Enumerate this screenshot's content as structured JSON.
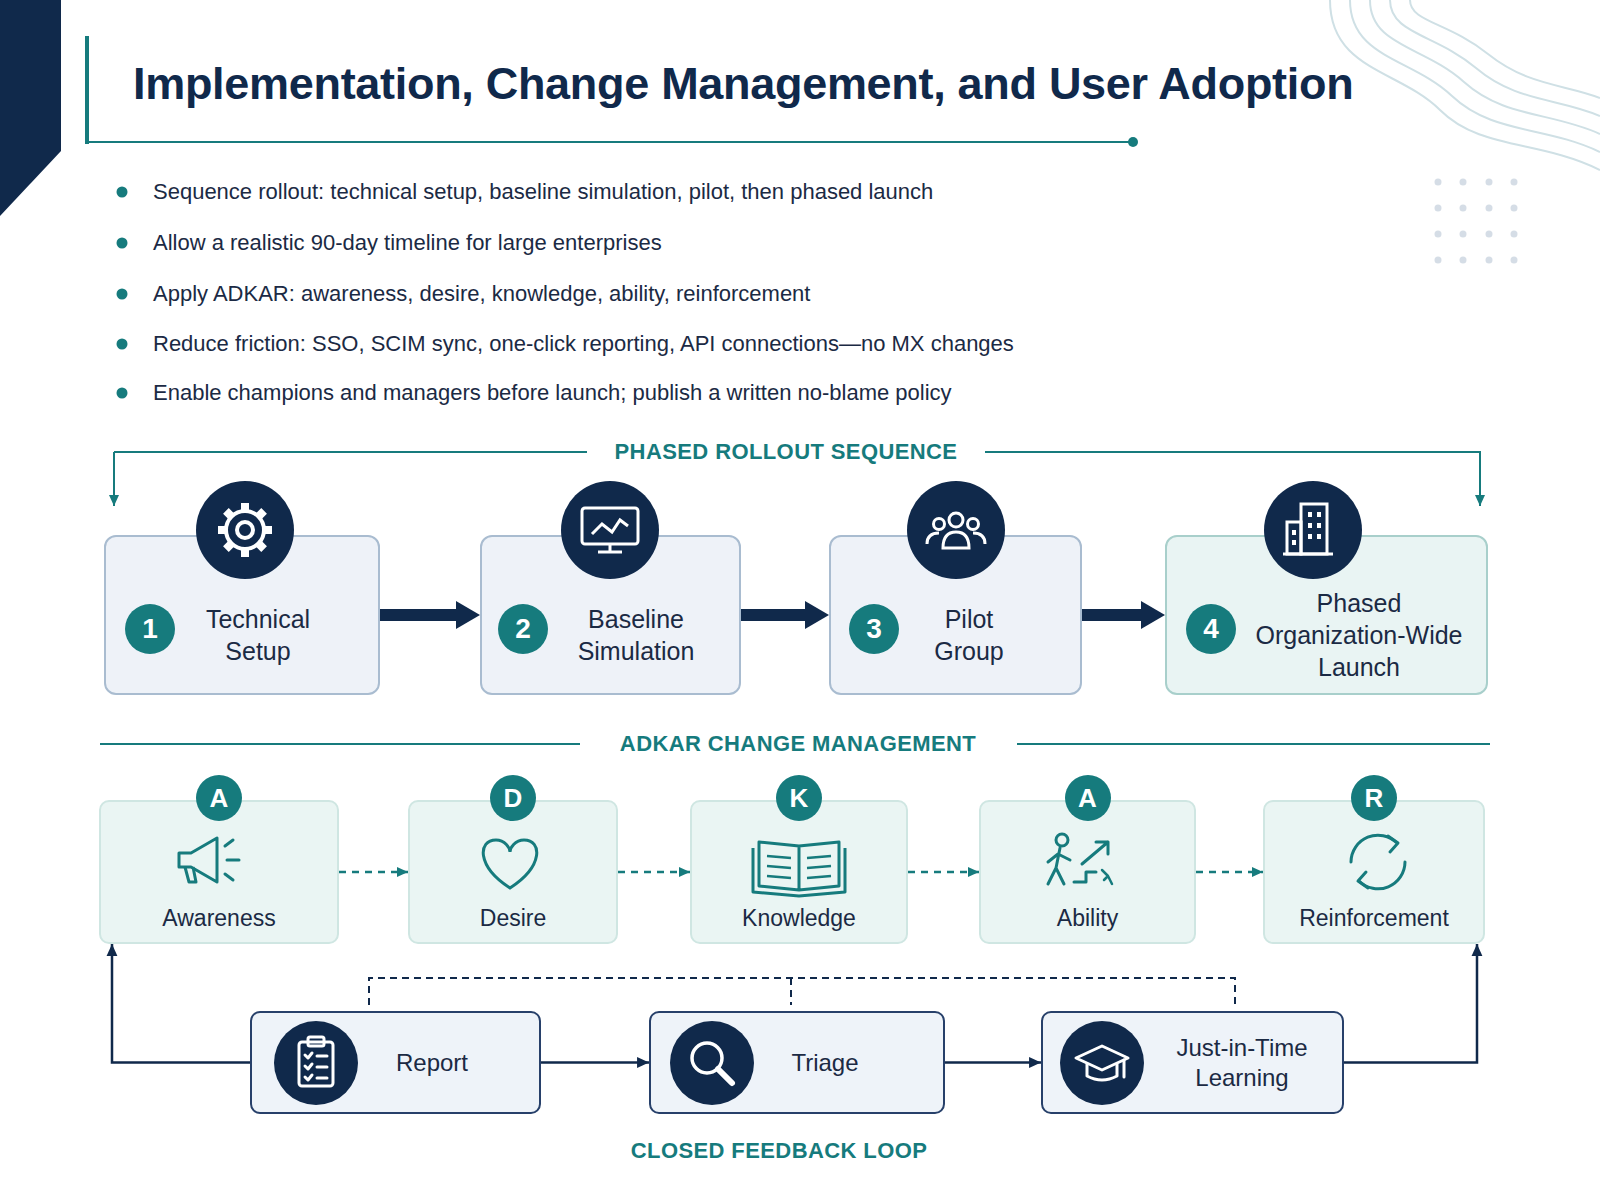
{
  "diagram": {
    "title": "Implementation, Change Management, and User Adoption",
    "nodes": [
      {
        "text": [
          "1",
          "Technical Setup"
        ]
      },
      {
        "text": [
          "2",
          "Baseline Simulation"
        ]
      },
      {
        "text": [
          "3",
          "Pilot Group"
        ]
      },
      {
        "text": [
          "4",
          "Phased Organization-Wide Launch"
        ]
      },
      {
        "text": [
          "A",
          "Awareness"
        ]
      },
      {
        "text": [
          "D",
          "Desire"
        ]
      },
      {
        "text": [
          "K",
          "Knowledge"
        ]
      },
      {
        "text": [
          "A",
          "Ability"
        ]
      },
      {
        "text": [
          "R",
          "Reinforcement"
        ]
      },
      {
        "text": [
          "Report"
        ]
      },
      {
        "text": [
          "Triage"
        ]
      },
      {
        "text": [
          "Just-in-Time Learning"
        ]
      }
    ],
    "edges": [
      {
        "from": 0,
        "to": 1,
        "arrow": "to"
      },
      {
        "from": 1,
        "to": 2,
        "arrow": "to"
      },
      {
        "from": 2,
        "to": 3,
        "arrow": "to"
      },
      {
        "from": 4,
        "to": 5,
        "arrow": "to"
      },
      {
        "from": 5,
        "to": 6,
        "arrow": "to"
      },
      {
        "from": 6,
        "to": 7,
        "arrow": "to"
      },
      {
        "from": 7,
        "to": 8,
        "arrow": "to"
      },
      {
        "from": 9,
        "to": 10,
        "arrow": "to"
      },
      {
        "from": 10,
        "to": 11,
        "arrow": "to"
      },
      {
        "from": 9,
        "to": 4,
        "arrow": "to"
      },
      {
        "from": 11,
        "to": 8,
        "arrow": "to"
      }
    ],
    "labels": [
      "Sequence rollout: technical setup, baseline simulation, pilot, then phased launch",
      "Allow a realistic 90-day timeline for large enterprises",
      "Apply ADKAR: awareness, desire, knowledge, ability, reinforcement",
      "Reduce friction: SSO, SCIM sync, one-click reporting, API connections—no MX changes",
      "Enable champions and managers before launch; publish a written no-blame policy",
      "PHASED ROLLOUT SEQUENCE",
      "ADKAR CHANGE MANAGEMENT",
      "CLOSED FEEDBACK LOOP"
    ]
  }
}
